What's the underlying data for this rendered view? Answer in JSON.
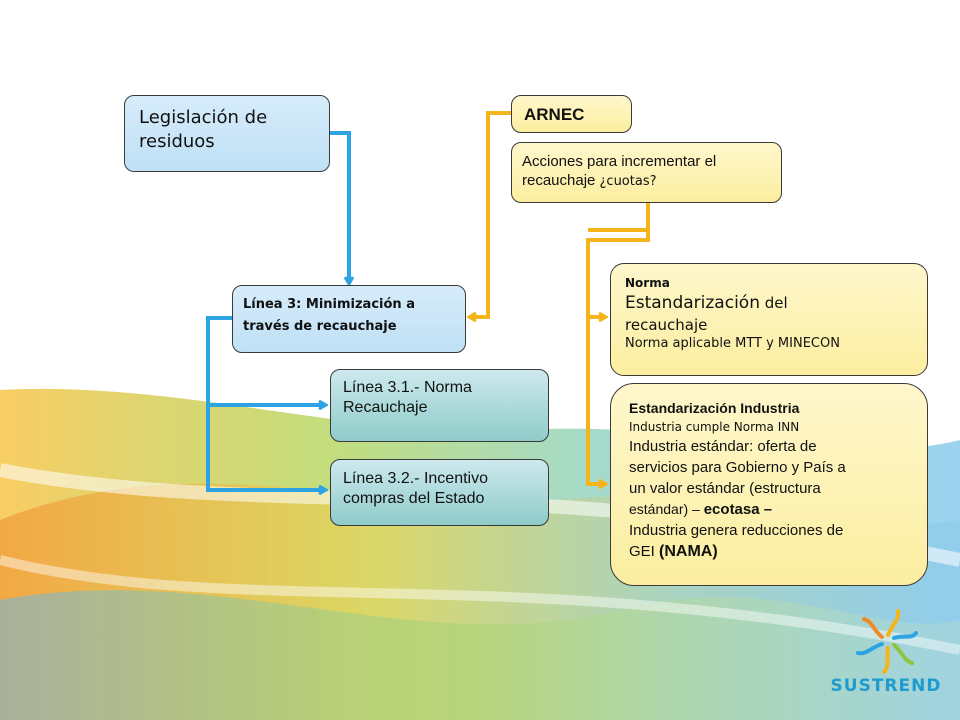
{
  "boxes": {
    "legislacion": {
      "text": "Legislación de residuos"
    },
    "arnec": {
      "text": "ARNEC"
    },
    "acciones": {
      "line1": "Acciones para incrementar el",
      "line2a": "recauchaje",
      "line2b": " ¿cuotas?"
    },
    "linea3": {
      "line1": "Línea 3: Minimización a",
      "line2": "través de recauchaje"
    },
    "linea31": {
      "line1": "Línea 3.1.- Norma",
      "line2": "Recauchaje"
    },
    "linea32": {
      "line1": "Línea 3.2.- Incentivo",
      "line2": "compras del Estado"
    },
    "norma": {
      "heading": "Norma",
      "big": "Estandarización",
      "small": " del",
      "line3": "recauchaje",
      "line4": "Norma aplicable MTT y MINECON"
    },
    "industria": {
      "heading": "Estandarización Industria",
      "line2": "Industria cumple Norma INN",
      "line3": "Industria estándar: oferta de",
      "line4": "servicios para Gobierno y País a",
      "line5": "un valor estándar (estructura",
      "line6a": "estándar) – ",
      "line6b": "ecotasa –",
      "line7": "Industria genera reducciones de",
      "line8a": "GEI ",
      "line8b": "(NAMA)"
    }
  },
  "logo": {
    "text": "SUSTREND"
  },
  "colors": {
    "blue_line": "#2ea3e3",
    "orange_line": "#f4b41a",
    "brand": "#1f9bd0"
  }
}
